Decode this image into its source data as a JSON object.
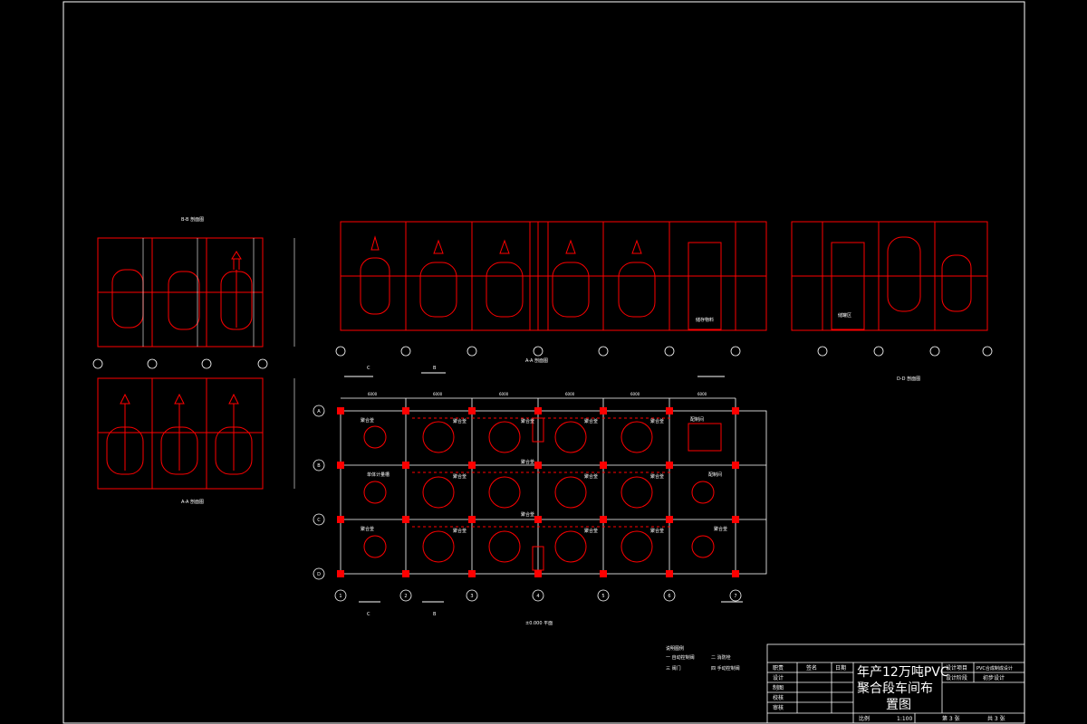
{
  "colors": {
    "background": "#000000",
    "frame": "#ffffff",
    "equipment": "#ff0000",
    "annotation": "#ffffff"
  },
  "views": {
    "left_top_caption": "B-B 剖面图",
    "left_bottom_caption": "A-A 剖面图",
    "middle_caption": "A-A 剖面图",
    "right_caption": "D-D 剖面图",
    "plan_caption": "±0.000 平面"
  },
  "room_labels": {
    "storage_room": "储存物料",
    "tank_area": "储罐区"
  },
  "plan_labels": {
    "row1": [
      "聚合釜",
      "聚合釜",
      "聚合釜",
      "聚合釜",
      "聚合釜",
      "配制间"
    ],
    "row2": [
      "单体计量槽",
      "聚合釜",
      "聚合釜",
      "聚合釜",
      "聚合釜",
      "配制间"
    ],
    "row3": [
      "聚合釜",
      "聚合釜",
      "聚合釜",
      "聚合釜",
      "聚合釜",
      "聚合釜"
    ]
  },
  "dimensions": {
    "spans": [
      "6000",
      "6000",
      "6000",
      "6000",
      "6000",
      "6000"
    ]
  },
  "axis_labels": {
    "columns": [
      "1",
      "2",
      "3",
      "4",
      "5",
      "6",
      "7"
    ],
    "rows": [
      "A",
      "B",
      "C",
      "D"
    ]
  },
  "section_marks": [
    "C",
    "B",
    "B",
    "C"
  ],
  "legend": {
    "title": "说明图例",
    "items": [
      "一 自动控制阀",
      "二 消防栓",
      "三 阀门",
      "四 手动控制阀"
    ]
  },
  "title_block": {
    "title_line1": "年产12万吨PVC",
    "title_line2": "聚合段车间布",
    "title_line3": "置图",
    "row_labels": [
      "职责",
      "设计",
      "制图",
      "校核",
      "审核"
    ],
    "header": [
      "签名",
      "日期"
    ],
    "project_label": "设计项目",
    "project_value": "PVC合成制成设计",
    "stage_label": "设计阶段",
    "stage_value": "初步设计",
    "scale_label": "比例",
    "scale_value": "1:100",
    "sheet_label": "第 3 张",
    "total_label": "共 3 张"
  }
}
